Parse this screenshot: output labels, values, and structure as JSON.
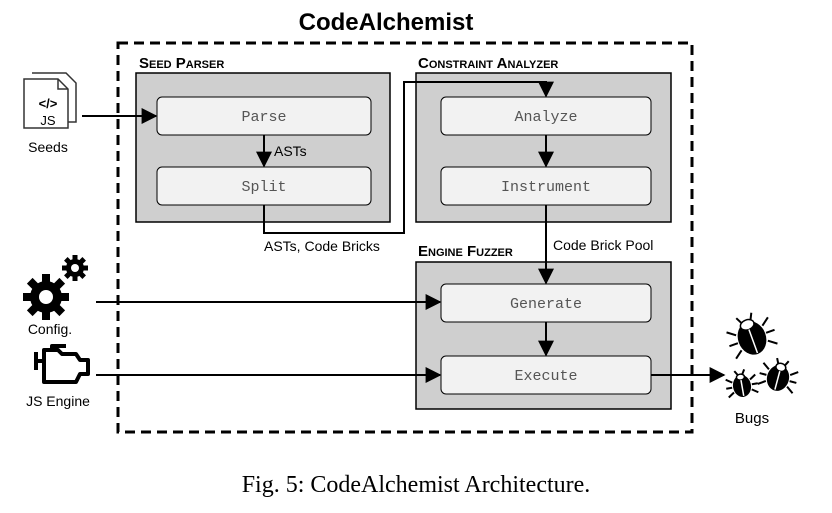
{
  "title": "CodeAlchemist",
  "caption": "Fig. 5: CodeAlchemist Architecture.",
  "panels": {
    "seed_parser": {
      "title": "Seed Parser",
      "steps": [
        "Parse",
        "Split"
      ],
      "edge_label": "ASTs"
    },
    "constraint_analyzer": {
      "title": "Constraint Analyzer",
      "steps": [
        "Analyze",
        "Instrument"
      ]
    },
    "engine_fuzzer": {
      "title": "Engine Fuzzer",
      "steps": [
        "Generate",
        "Execute"
      ]
    }
  },
  "inputs": {
    "seeds": {
      "label": "Seeds",
      "file_tag": "JS",
      "file_glyph": "</>",
      "icon": "js-file-icon"
    },
    "config": {
      "label": "Config.",
      "icon": "gears-icon"
    },
    "engine": {
      "label": "JS Engine",
      "icon": "engine-icon"
    }
  },
  "edge_labels": {
    "split_to_analyze": "ASTs, Code Bricks",
    "instrument_to_generate": "Code Brick Pool"
  },
  "output": {
    "label": "Bugs",
    "icon": "bugs-icon"
  },
  "colors": {
    "panel_fill": "#cfcfcf",
    "step_fill": "#f2f2f2",
    "stroke": "#000000",
    "step_text": "#555555"
  }
}
